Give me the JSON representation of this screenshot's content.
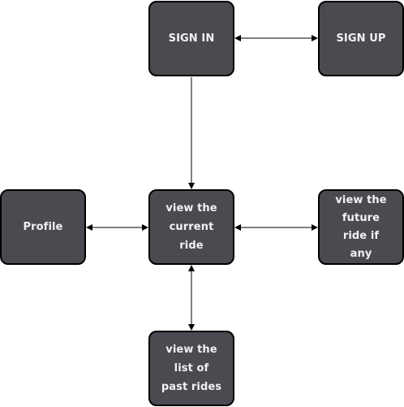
{
  "colors": {
    "node_fill": "#4a4a50",
    "node_border": "#000000",
    "node_text": "#f2f2f2",
    "connector": "#000000"
  },
  "nodes": {
    "sign_in": "SIGN IN",
    "sign_up": "SIGN UP",
    "profile": "Profile",
    "current_ride": [
      "view the",
      "current",
      "ride"
    ],
    "future_ride": [
      "view the",
      "future",
      "ride if",
      "any"
    ],
    "past_rides": [
      "view the",
      "list of",
      "past rides"
    ]
  },
  "edges": [
    {
      "from": "sign_in",
      "to": "sign_up",
      "arrows": "both"
    },
    {
      "from": "sign_in",
      "to": "current_ride",
      "arrows": "end"
    },
    {
      "from": "profile",
      "to": "current_ride",
      "arrows": "both"
    },
    {
      "from": "current_ride",
      "to": "future_ride",
      "arrows": "both"
    },
    {
      "from": "current_ride",
      "to": "past_rides",
      "arrows": "both"
    }
  ]
}
